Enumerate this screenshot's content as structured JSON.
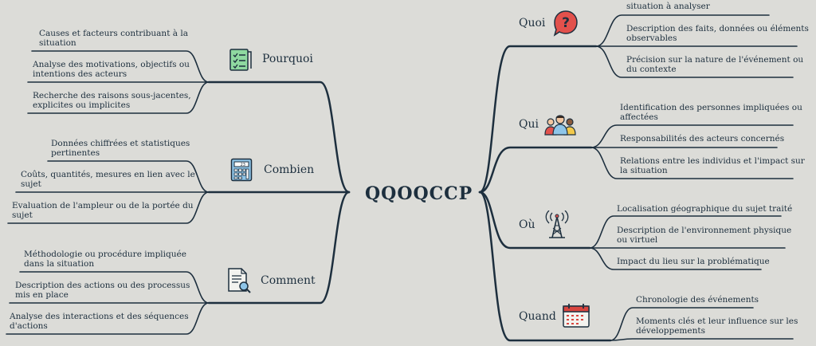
{
  "center": "QQOQCCP",
  "left": {
    "pourquoi": {
      "label": "Pourquoi",
      "items": [
        [
          "Causes et facteurs contribuant à la",
          "situation"
        ],
        [
          "Analyse des motivations, objectifs ou",
          "intentions des acteurs"
        ],
        [
          "Recherche des raisons sous-jacentes,",
          "explicites ou implicites"
        ]
      ]
    },
    "combien": {
      "label": "Combien",
      "items": [
        [
          "Données chiffrées et statistiques",
          "pertinentes"
        ],
        [
          "Coûts, quantités, mesures en lien avec le",
          "sujet"
        ],
        [
          "Evaluation de l'ampleur ou de la portée du",
          "sujet"
        ]
      ]
    },
    "comment": {
      "label": "Comment",
      "items": [
        [
          "Méthodologie ou procédure impliquée",
          "dans la situation"
        ],
        [
          "Description des actions ou des processus",
          "mis en place"
        ],
        [
          "Analyse des interactions et des séquences",
          "d'actions"
        ]
      ]
    }
  },
  "right": {
    "quoi": {
      "label": "Quoi",
      "items": [
        [
          "situation à analyser"
        ],
        [
          "Description des faits, données ou éléments",
          "observables"
        ],
        [
          "Précision sur la nature de l'événement ou",
          "du contexte"
        ]
      ]
    },
    "qui": {
      "label": "Qui",
      "items": [
        [
          "Identification des personnes impliquées ou",
          "affectées"
        ],
        [
          "Responsabilités des acteurs concernés"
        ],
        [
          "Relations entre les individus et l'impact sur",
          "la situation"
        ]
      ]
    },
    "ou": {
      "label": "Où",
      "items": [
        [
          "Localisation géographique du sujet traité"
        ],
        [
          "Description de l'environnement physique",
          "ou virtuel"
        ],
        [
          "Impact du lieu sur la problématique"
        ]
      ]
    },
    "quand": {
      "label": "Quand",
      "items": [
        [
          "Chronologie des événements"
        ],
        [
          "Moments clés et leur influence sur les",
          "développements"
        ]
      ]
    }
  },
  "icons": {
    "pourquoi": "checklist-icon",
    "combien": "calculator-icon",
    "comment": "document-search-icon",
    "quoi": "question-bubble-icon",
    "qui": "people-group-icon",
    "ou": "antenna-tower-icon",
    "quand": "calendar-icon",
    "calculator_display": "23"
  },
  "colors": {
    "background": "#dcdcd8",
    "line": "#1d2f3e",
    "question_red": "#e2514c",
    "checklist_green": "#8fd9a0",
    "calculator_blue": "#8ec5e8",
    "calendar_red": "#d9453f"
  }
}
